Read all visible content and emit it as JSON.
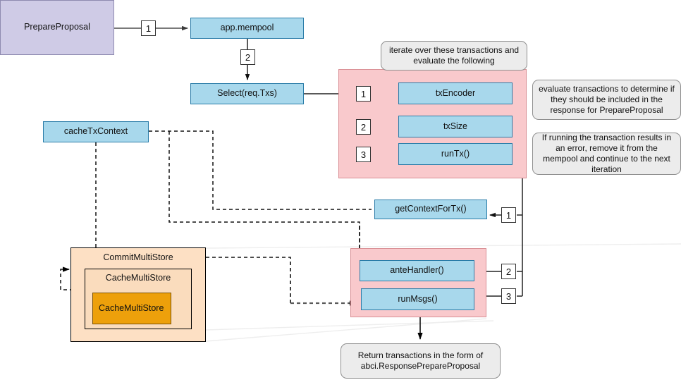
{
  "diagram": {
    "title": "PrepareProposal flow",
    "colors": {
      "purple": "#cfcbe6",
      "blue": "#a8d8ec",
      "pink_group": "#f9c9cc",
      "note_gray": "#ececec",
      "peach": "#fde0c4",
      "orange": "#eda00b",
      "line": "#4d4d4d"
    }
  },
  "nodes": {
    "prepare_proposal": "PrepareProposal",
    "app_mempool": "app.mempool",
    "select_req_txs": "Select(req.Txs)",
    "tx_encoder": "txEncoder",
    "tx_size": "txSize",
    "run_tx": "runTx()",
    "cache_tx_context": "cacheTxContext",
    "get_context_for_tx": "getContextForTx()",
    "commit_multi_store": "CommitMultiStore",
    "cache_multi_store_outer": "CacheMultiStore",
    "cache_multi_store_inner": "CacheMultiStore",
    "ante_handler": "anteHandler()",
    "run_msgs": "runMsgs()"
  },
  "notes": {
    "iterate": "iterate over these transactions and evaluate the following",
    "evaluate": "evaluate transactions to determine if they should be included in the response for PrepareProposal",
    "error": "If running the transaction results in an error, remove it from the mempool and continue to the next iteration",
    "return": "Return transactions in the form of abci.ResponsePrepareProposal"
  },
  "badges": {
    "prepare_to_mempool": "1",
    "mempool_to_select": "2",
    "step_tx_encoder": "1",
    "step_tx_size": "2",
    "step_run_tx": "3",
    "runtx_to_context": "1",
    "runtx_to_ante": "2",
    "runtx_to_runmsgs": "3"
  }
}
